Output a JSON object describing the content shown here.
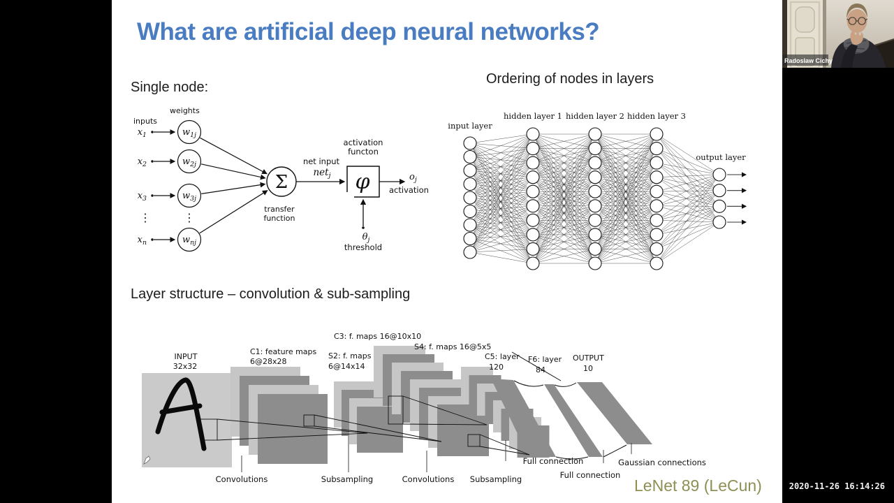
{
  "slide": {
    "title": "What are artificial deep neural networks?",
    "colors": {
      "title": "#4a7cc2",
      "credit": "#8f8f55",
      "slide_bg": "#ffffff",
      "letterbox": "#000000"
    },
    "headings": {
      "single_node": "Single node:",
      "ordering": "Ordering of nodes in layers",
      "layer_structure": "Layer structure – convolution & sub-sampling"
    },
    "credit": "LeNet 89 (LeCun)",
    "single_node_diagram": {
      "inputs_label": "inputs",
      "weights_label": "weights",
      "input_nodes": [
        {
          "base": "x",
          "sub": "1"
        },
        {
          "base": "x",
          "sub": "2"
        },
        {
          "base": "x",
          "sub": "3"
        },
        {
          "base": "x",
          "sub": "n"
        }
      ],
      "weight_nodes": [
        {
          "base": "w",
          "sub": "1j"
        },
        {
          "base": "w",
          "sub": "2j"
        },
        {
          "base": "w",
          "sub": "3j"
        },
        {
          "base": "w",
          "sub": "nj"
        }
      ],
      "ellipsis": "⋮",
      "sum_symbol": "Σ",
      "transfer_label": [
        "transfer",
        "function"
      ],
      "net_input_label": "net input",
      "net_symbol": {
        "base": "net",
        "sub": "j"
      },
      "activation_fn_label": [
        "activation",
        "functon"
      ],
      "phi_symbol": "φ",
      "output_symbol": {
        "base": "o",
        "sub": "j"
      },
      "output_label": "activation",
      "threshold_symbol": {
        "base": "θ",
        "sub": "j"
      },
      "threshold_label": "threshold"
    },
    "network_diagram": {
      "layers": [
        {
          "label": "input layer",
          "nodes": 9
        },
        {
          "label": "hidden layer 1",
          "nodes": 10
        },
        {
          "label": "hidden layer 2",
          "nodes": 10
        },
        {
          "label": "hidden layer 3",
          "nodes": 10
        },
        {
          "label": "output layer",
          "nodes": 4,
          "arrows": true
        }
      ]
    },
    "lenet_diagram": {
      "layer_labels": [
        [
          "INPUT",
          "32x32"
        ],
        [
          "C1: feature maps",
          "6@28x28"
        ],
        [
          "S2: f. maps",
          "6@14x14"
        ],
        [
          "C3: f. maps 16@10x10"
        ],
        [
          "S4: f. maps 16@5x5"
        ],
        [
          "C5: layer",
          "120"
        ],
        [
          "F6: layer",
          "84"
        ],
        [
          "OUTPUT",
          "10"
        ]
      ],
      "operations": [
        "Convolutions",
        "Subsampling",
        "Convolutions",
        "Subsampling",
        "Full connection",
        "Full connection",
        "Gaussian connections"
      ]
    }
  },
  "webcam": {
    "name": "Radoslaw Cichy"
  },
  "timestamp": "2020-11-26 16:14:26"
}
